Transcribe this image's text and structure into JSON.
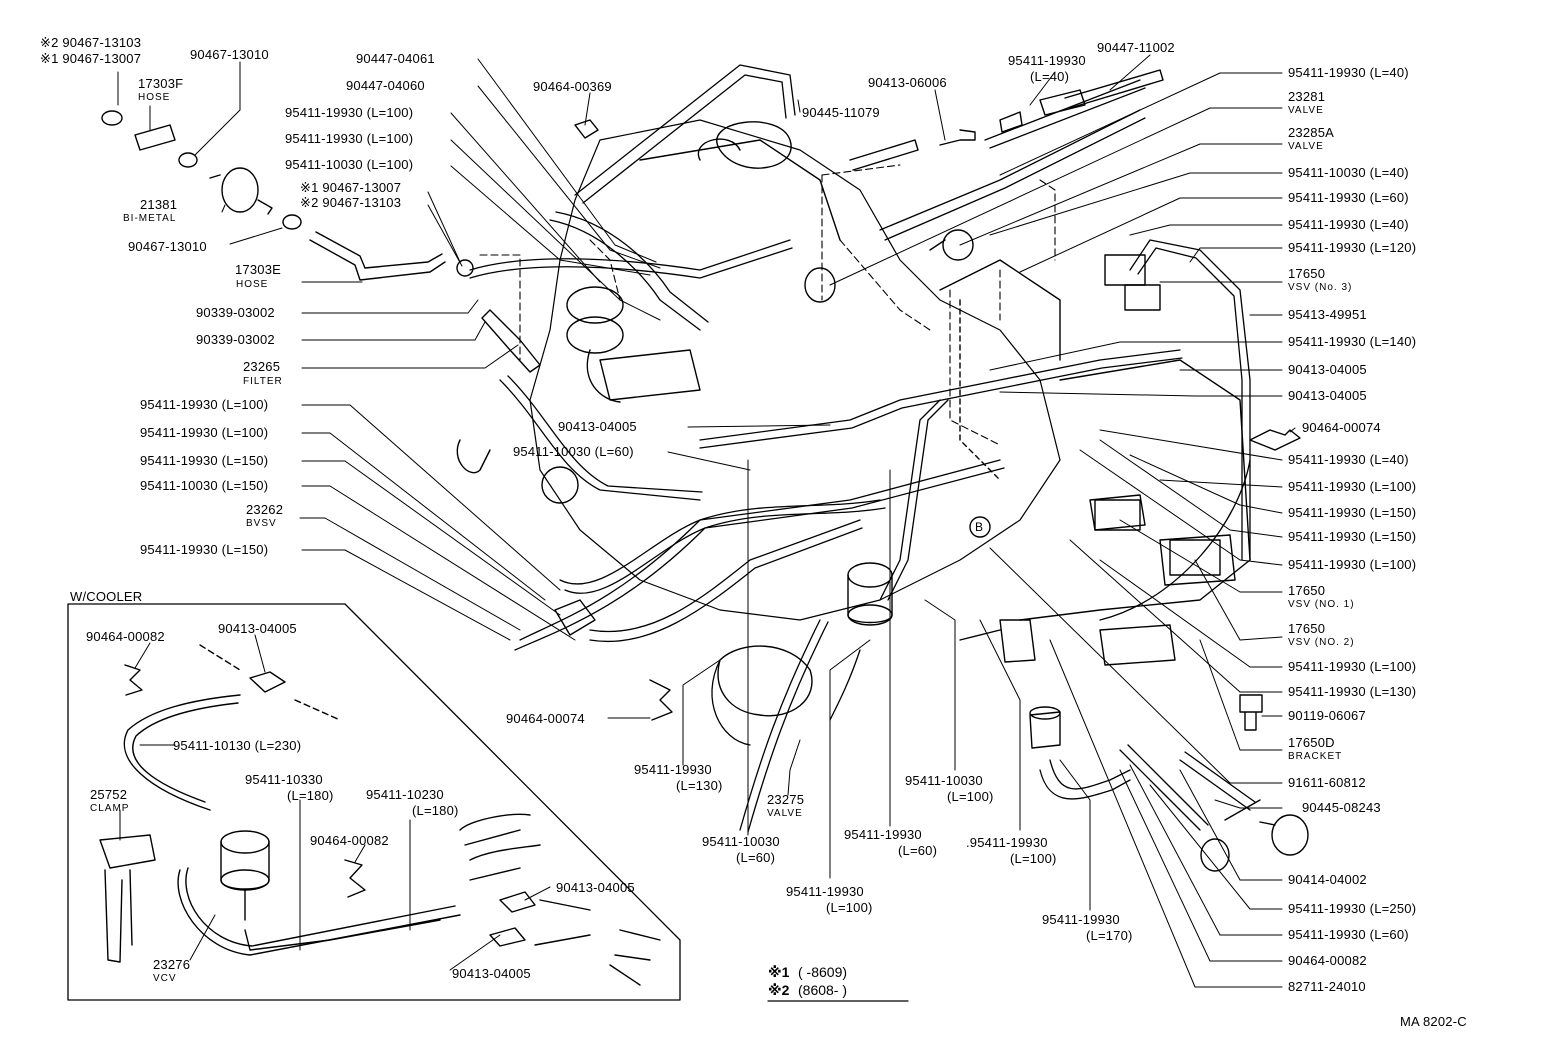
{
  "diagram_code": "MA 8202-C",
  "inset_title": "W/COOLER",
  "legend": {
    "mark1": "※1",
    "range1": "(      -8609)",
    "mark2": "※2",
    "range2": "(8608-          )"
  },
  "labels": {
    "l_a": "※2 90467-13103",
    "l_b": "※1 90467-13007",
    "l_c": "90467-13010",
    "l_d": "17303F",
    "l_d_sub": "HOSE",
    "l_e": "21381",
    "l_e_sub": "BI-METAL",
    "l_f": "90467-13010",
    "l_g": "90447-04061",
    "l_h": "90447-04060",
    "l_i": "95411-19930 (L=100)",
    "l_j": "95411-19930 (L=100)",
    "l_k": "95411-10030 (L=100)",
    "l_l": "※1 90467-13007",
    "l_m": "※2 90467-13103",
    "l_n": "17303E",
    "l_n_sub": "HOSE",
    "l_o": "90339-03002",
    "l_p": "90339-03002",
    "l_q": "23265",
    "l_q_sub": "FILTER",
    "l_r": "90464-00369",
    "l_s": "90445-11079",
    "l_t": "90413-06006",
    "l_u": "95411-19930",
    "l_u2": "(L=40)",
    "l_v": "90447-11002",
    "r1": "95411-19930 (L=40)",
    "r2": "23281",
    "r2_sub": "VALVE",
    "r3": "23285A",
    "r3_sub": "VALVE",
    "r4": "95411-10030 (L=40)",
    "r5": "95411-19930 (L=60)",
    "r6": "95411-19930 (L=40)",
    "r7": "95411-19930 (L=120)",
    "r8": "17650",
    "r8_sub": "VSV (No. 3)",
    "r9": "95413-49951",
    "r10": "95411-19930 (L=140)",
    "r11": "90413-04005",
    "r12": "90413-04005",
    "r13": "90464-00074",
    "r14": "95411-19930 (L=40)",
    "r15": "95411-19930 (L=100)",
    "r16": "95411-19930 (L=150)",
    "r17": "95411-19930 (L=150)",
    "r18": "95411-19930 (L=100)",
    "r19": "17650",
    "r19_sub": "VSV (NO. 1)",
    "r20": "17650",
    "r20_sub": "VSV (NO. 2)",
    "r21": "95411-19930 (L=100)",
    "r22": "95411-19930 (L=130)",
    "r23": "90119-06067",
    "r24": "17650D",
    "r24_sub": "BRACKET",
    "r25": "91611-60812",
    "r26": "90445-08243",
    "r27": "90414-04002",
    "r28": "95411-19930 (L=250)",
    "r29": "95411-19930 (L=60)",
    "r30": "90464-00082",
    "r31": "82711-24010",
    "m1": "95411-19930 (L=100)",
    "m2": "95411-19930 (L=100)",
    "m3": "95411-19930 (L=150)",
    "m4": "95411-10030 (L=150)",
    "m5": "23262",
    "m5_sub": "BVSV",
    "m6": "95411-19930 (L=150)",
    "m7": "90413-04005",
    "m8": "95411-10030 (L=60)",
    "b1": "90464-00074",
    "b2": "95411-19930",
    "b2b": "(L=130)",
    "b3": "23275",
    "b3_sub": "VALVE",
    "b4": "95411-10030",
    "b4b": "(L=60)",
    "b5": "95411-19930",
    "b5b": "(L=100)",
    "b6": "95411-19930",
    "b6b": "(L=60)",
    "b7": "95411-10030",
    "b7b": "(L=100)",
    "b8": ".95411-19930",
    "b8b": "(L=100)",
    "b9": "95411-19930",
    "b9b": "(L=170)",
    "b10": "B",
    "c1": "90464-00082",
    "c2": "90413-04005",
    "c3": "95411-10130 (L=230)",
    "c4": "25752",
    "c4_sub": "CLAMP",
    "c5": "95411-10330",
    "c5b": "(L=180)",
    "c6": "95411-10230",
    "c6b": "(L=180)",
    "c7": "90464-00082",
    "c8": "90413-04005",
    "c9": "90413-04005",
    "c10": "23276",
    "c10_sub": "VCV"
  }
}
